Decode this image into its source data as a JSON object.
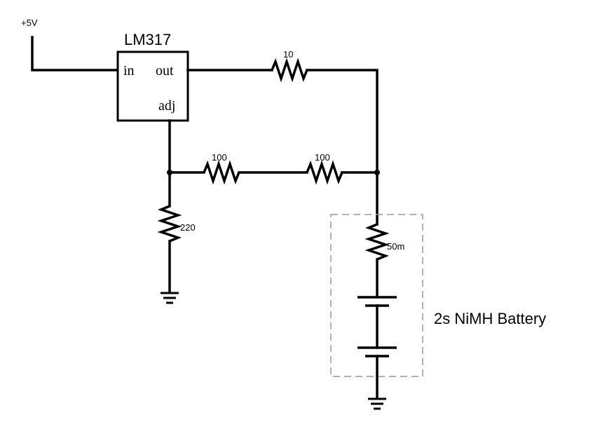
{
  "supply": {
    "label": "+5V"
  },
  "regulator": {
    "name": "LM317",
    "pins": {
      "in": "in",
      "out": "out",
      "adj": "adj"
    }
  },
  "resistors": {
    "r_series": "10",
    "r_top_left": "100",
    "r_top_right": "100",
    "r_ground": "220",
    "r_sense": "50m"
  },
  "battery": {
    "label": "2s NiMH Battery"
  }
}
